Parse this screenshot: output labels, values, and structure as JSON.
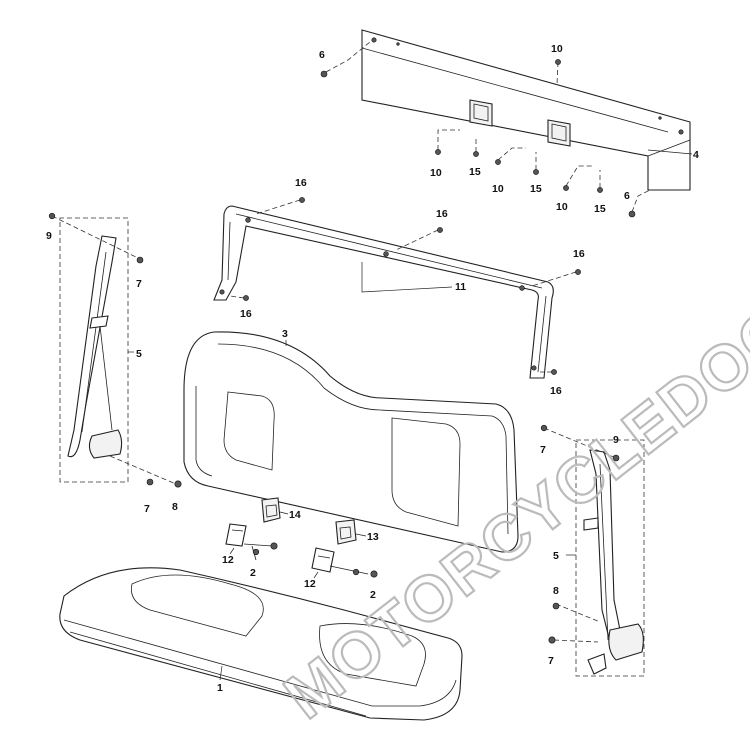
{
  "diagram": {
    "watermark": "MOTORCYCLEDOCTOR",
    "callouts": [
      {
        "id": "c-6a",
        "text": "6"
      },
      {
        "id": "c-10a",
        "text": "10"
      },
      {
        "id": "c-4",
        "text": "4"
      },
      {
        "id": "c-10b",
        "text": "10"
      },
      {
        "id": "c-15a",
        "text": "15"
      },
      {
        "id": "c-10c",
        "text": "10"
      },
      {
        "id": "c-15b",
        "text": "15"
      },
      {
        "id": "c-10d",
        "text": "10"
      },
      {
        "id": "c-15c",
        "text": "15"
      },
      {
        "id": "c-6b",
        "text": "6"
      },
      {
        "id": "c-16a",
        "text": "16"
      },
      {
        "id": "c-16b",
        "text": "16"
      },
      {
        "id": "c-16c",
        "text": "16"
      },
      {
        "id": "c-11",
        "text": "11"
      },
      {
        "id": "c-16d",
        "text": "16"
      },
      {
        "id": "c-16e",
        "text": "16"
      },
      {
        "id": "c-9a",
        "text": "9"
      },
      {
        "id": "c-7a",
        "text": "7"
      },
      {
        "id": "c-5a",
        "text": "5"
      },
      {
        "id": "c-3",
        "text": "3"
      },
      {
        "id": "c-7b",
        "text": "7"
      },
      {
        "id": "c-8a",
        "text": "8"
      },
      {
        "id": "c-14",
        "text": "14"
      },
      {
        "id": "c-12a",
        "text": "12"
      },
      {
        "id": "c-2a",
        "text": "2"
      },
      {
        "id": "c-13",
        "text": "13"
      },
      {
        "id": "c-12b",
        "text": "12"
      },
      {
        "id": "c-2b",
        "text": "2"
      },
      {
        "id": "c-7c",
        "text": "7"
      },
      {
        "id": "c-9b",
        "text": "9"
      },
      {
        "id": "c-5b",
        "text": "5"
      },
      {
        "id": "c-8b",
        "text": "8"
      },
      {
        "id": "c-7d",
        "text": "7"
      },
      {
        "id": "c-1",
        "text": "1"
      }
    ]
  }
}
